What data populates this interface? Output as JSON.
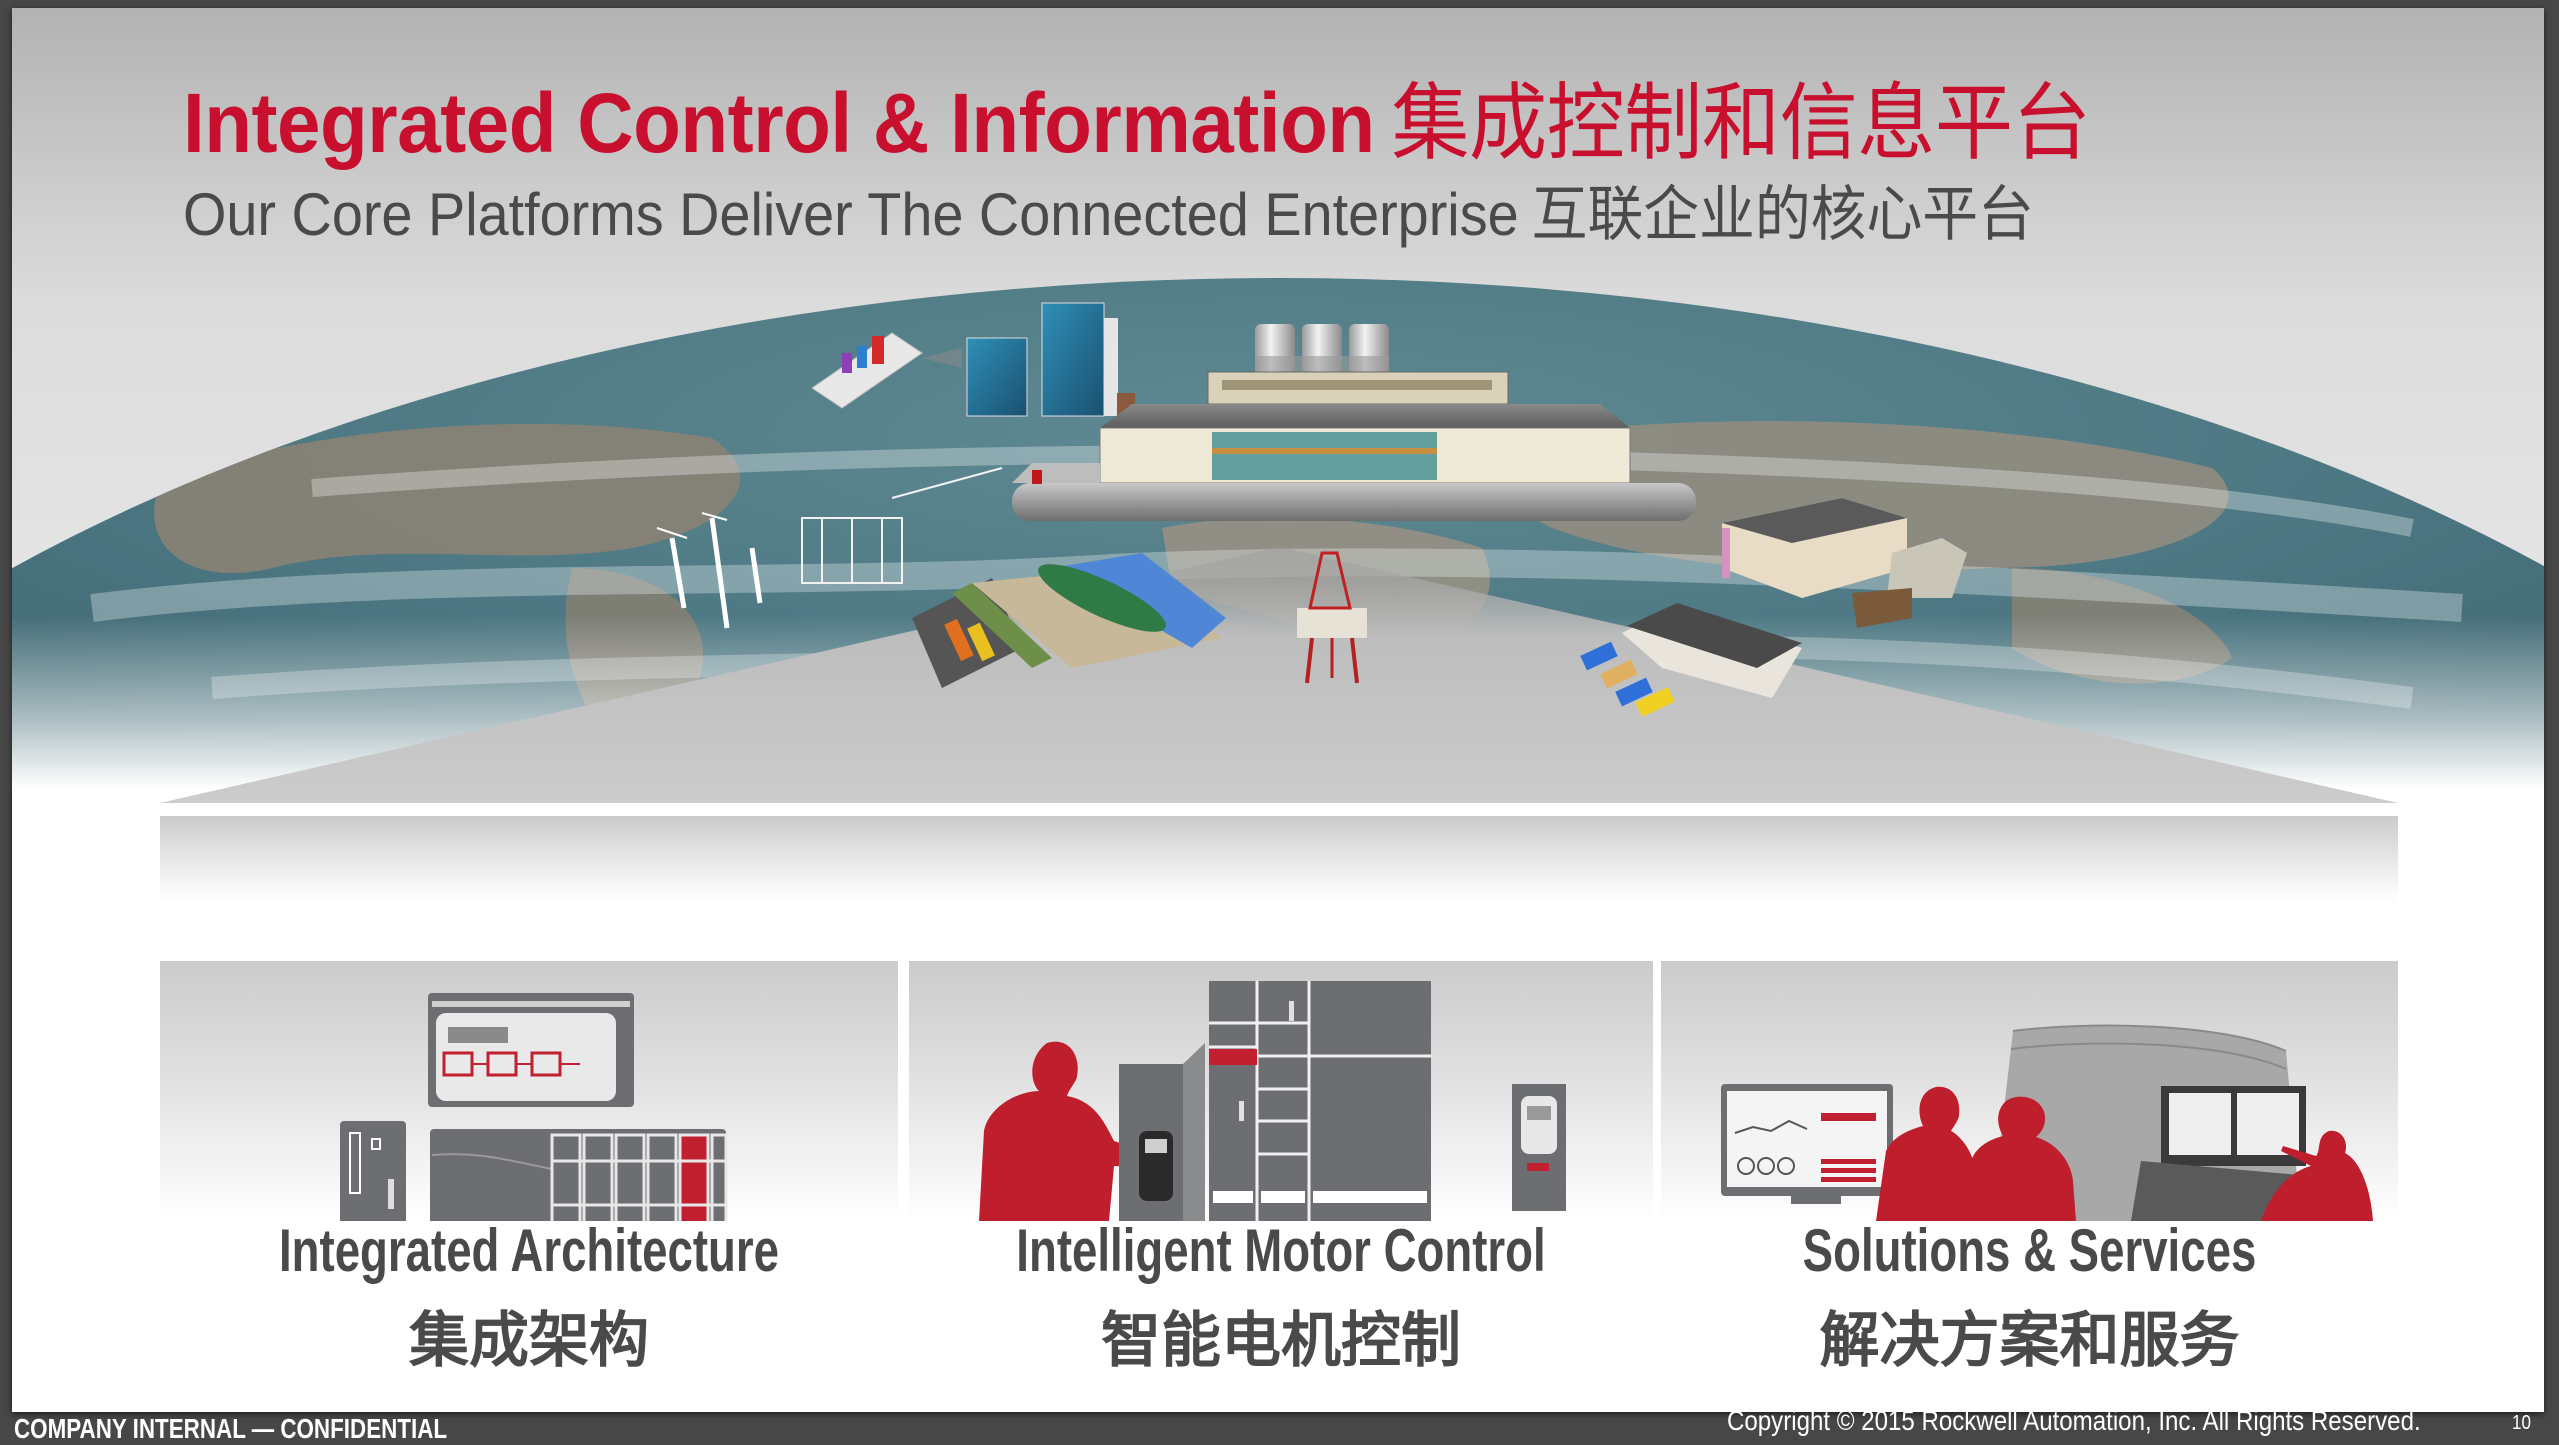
{
  "slide": {
    "title": {
      "en": "Integrated Control & Information",
      "zh": "集成控制和信息平台",
      "color": "#c8102e"
    },
    "subtitle": {
      "en": "Our Core Platforms Deliver The Connected Enterprise",
      "zh": "互联企业的核心平台",
      "color": "#4a4a4a"
    },
    "scene": {
      "illustration": "connected-enterprise-globe",
      "objects": [
        "office-dashboard",
        "skyscrapers",
        "silos",
        "factory",
        "wind-turbines",
        "power-substation",
        "port-and-ship",
        "oil-rig",
        "truck-warehouse",
        "hospital-campus"
      ]
    },
    "platforms": [
      {
        "title": "Integrated Architecture",
        "subtitle": "集成架构",
        "illustration": "plc-controller-and-hmi"
      },
      {
        "title": "Intelligent Motor Control",
        "subtitle": "智能电机控制",
        "illustration": "motor-control-center-and-drive"
      },
      {
        "title": "Solutions & Services",
        "subtitle": "解决方案和服务",
        "illustration": "engineers-and-control-room"
      }
    ],
    "accent_color": "#c0202f",
    "panel_text_color": "#4a4a4a"
  },
  "footer": {
    "classification": "COMPANY INTERNAL — CONFIDENTIAL",
    "copyright": "Copyright  © 2015 Rockwell Automation, Inc. All Rights Reserved.",
    "page_number": "10"
  }
}
